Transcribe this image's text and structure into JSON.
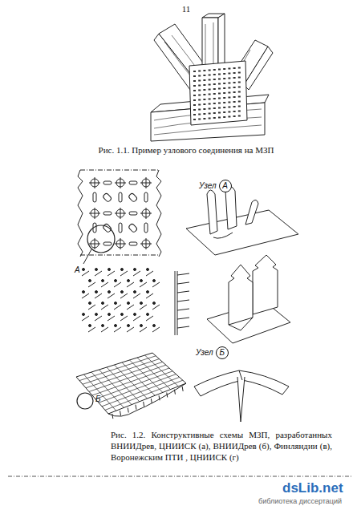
{
  "diagram": {
    "caption": "Рис. 1.2. Конструктивные схемы МЗП, разработанных ВНИИДрев, ЦНИИСК (а), ВНИИДрев (б), Финляндии (в), Воронежским ПТИ , ЦНИИСК (г)",
    "nodes": [
      {
        "text": [
          "А"
        ]
      },
      {
        "text": [
          "Б"
        ]
      }
    ],
    "labels": [
      "11",
      "Рис. 1.1. Пример узлового соединения на МЗП",
      "Узел",
      "А",
      "Узел",
      "Б",
      "dsLib.net",
      "библиотека диссертаций"
    ]
  }
}
